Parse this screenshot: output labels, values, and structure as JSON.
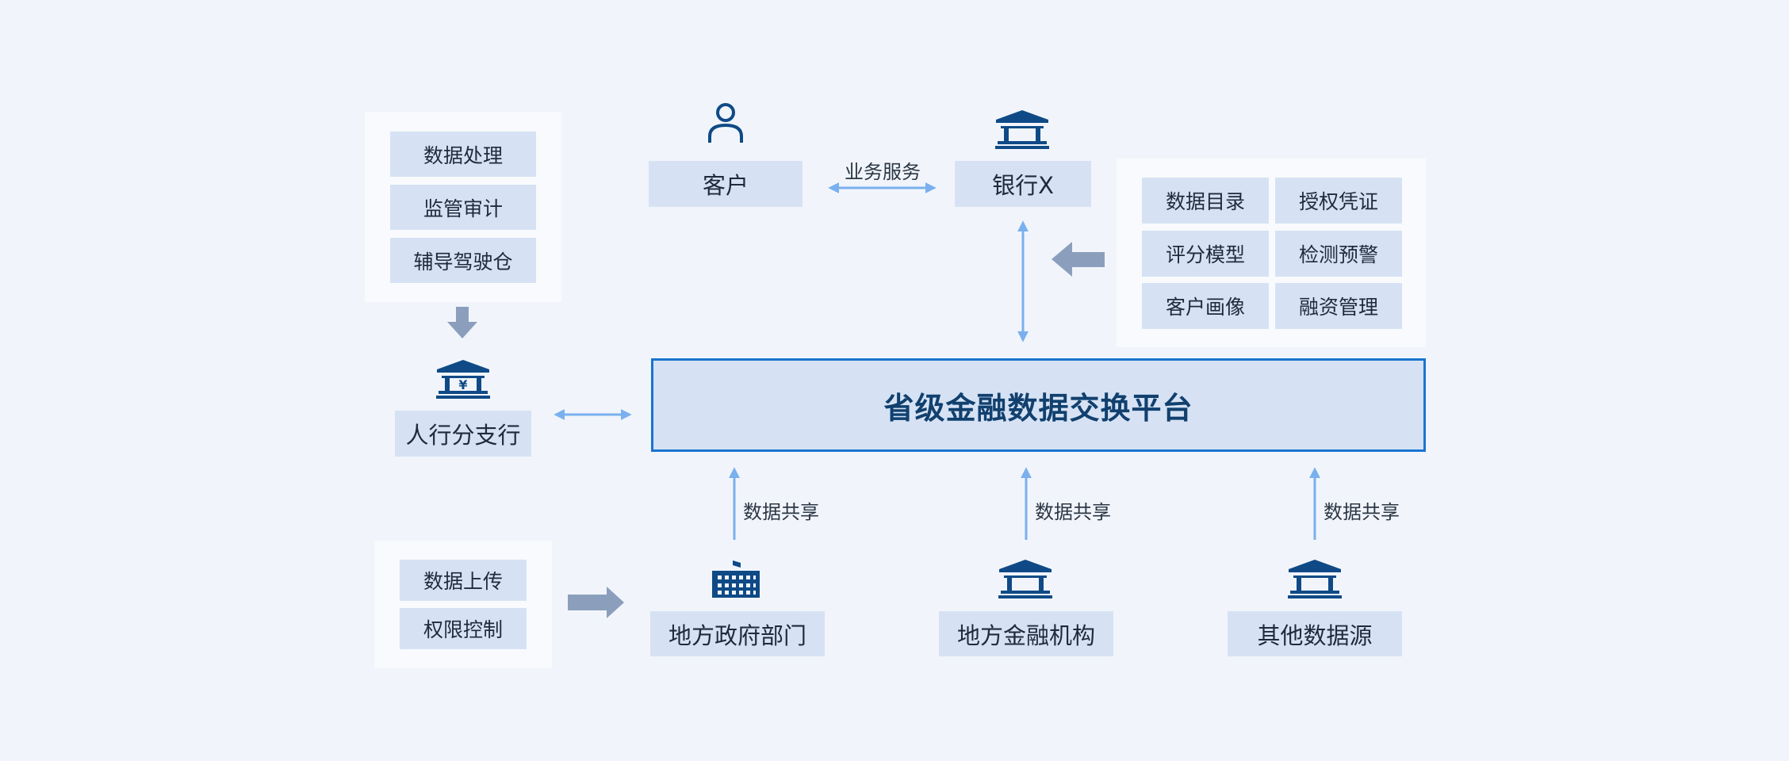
{
  "left_top_panel": {
    "items": [
      "数据处理",
      "监管审计",
      "辅导驾驶仓"
    ]
  },
  "right_panel": {
    "items": [
      "数据目录",
      "授权凭证",
      "评分模型",
      "检测预警",
      "客户画像",
      "融资管理"
    ]
  },
  "left_bottom_panel": {
    "items": [
      "数据上传",
      "权限控制"
    ]
  },
  "customer": {
    "label": "客户"
  },
  "bank_x": {
    "label": "银行X"
  },
  "business_service": "业务服务",
  "pboc_branch": {
    "label": "人行分支行"
  },
  "platform": {
    "title": "省级金融数据交换平台"
  },
  "sources": [
    {
      "label": "地方政府部门",
      "arrow_label": "数据共享"
    },
    {
      "label": "地方金融机构",
      "arrow_label": "数据共享"
    },
    {
      "label": "其他数据源",
      "arrow_label": "数据共享"
    }
  ],
  "colors": {
    "icon": "#0f4a86",
    "arrow_light": "#7ab0ee",
    "arrow_dark": "#8b9fbd",
    "border": "#1a74cf"
  }
}
